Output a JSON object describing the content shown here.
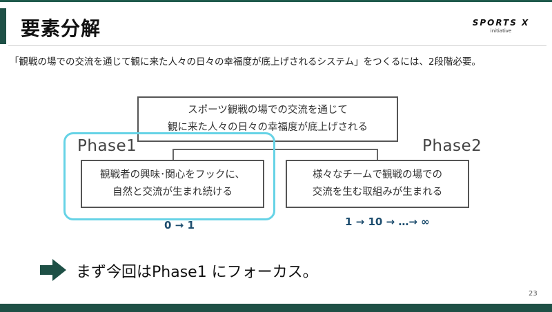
{
  "title": "要素分解",
  "logo": {
    "main": "SPORTS X",
    "sub": "initiative"
  },
  "intro": "「観戦の場での交流を通じて観に来た人々の日々の幸福度が底上げされるシステム」をつくるには、2段階必要。",
  "diagram": {
    "top_box": {
      "line1": "スポーツ観戦の場での交流を通じて",
      "line2": "観に来た人々の日々の幸福度が底上げされる"
    },
    "phase1": {
      "label": "Phase1",
      "line1": "観戦者の興味･関心をフックに、",
      "line2": "自然と交流が生まれ続ける",
      "progress": "0 → 1"
    },
    "phase2": {
      "label": "Phase2",
      "line1": "様々なチームで観戦の場での",
      "line2": "交流を生む取組みが生まれる",
      "progress": "1 → 10 → …→ ∞"
    }
  },
  "focus": {
    "text": "まず今回はPhase1 にフォーカス。"
  },
  "page_number": "23",
  "colors": {
    "accent": "#1e5046",
    "highlight": "#66d3e6",
    "progress": "#1d4d6e"
  },
  "icons": {
    "focus_arrow": "right-arrow-icon"
  }
}
